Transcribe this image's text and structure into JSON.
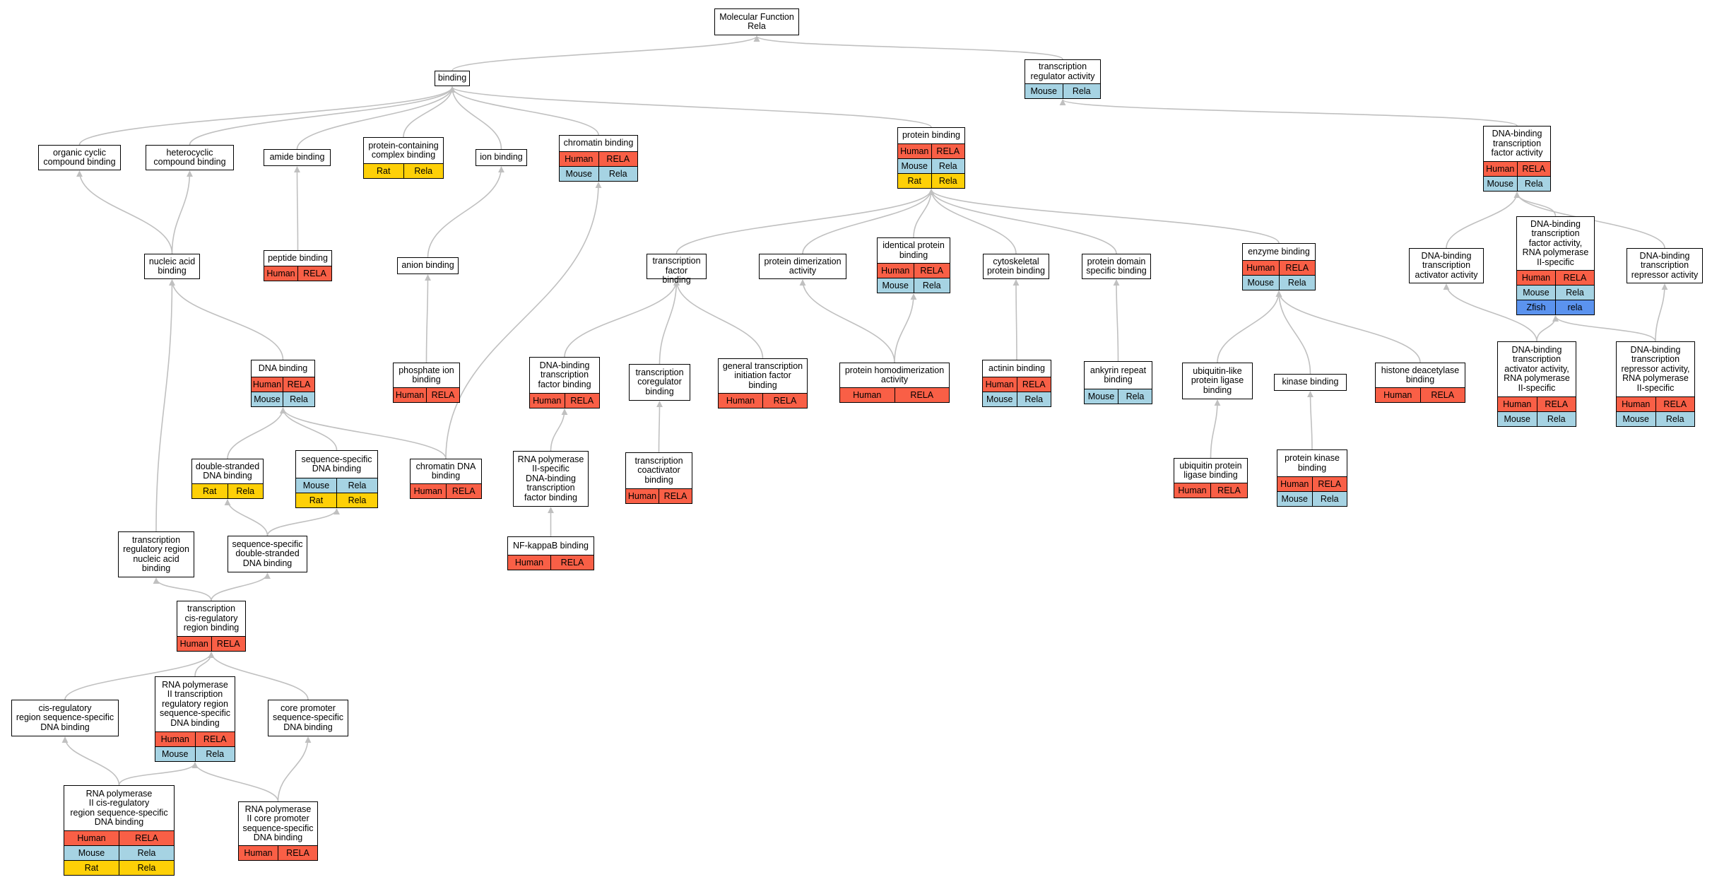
{
  "colors": {
    "Human": "#f95f46",
    "Mouse": "#a6d3e3",
    "Rat": "#fed007",
    "Zfish": "#5b93ef",
    "edge": "#c0c0c0",
    "border": "#000000"
  },
  "nodes": [
    {
      "id": "mf",
      "label": "Molecular Function\nRela",
      "rows": []
    },
    {
      "id": "binding",
      "label": "binding",
      "rows": []
    },
    {
      "id": "treg",
      "label": "transcription\nregulator activity",
      "rows": [
        [
          "Mouse",
          "Rela"
        ]
      ]
    },
    {
      "id": "organic",
      "label": "organic cyclic\ncompound binding",
      "rows": []
    },
    {
      "id": "hetero",
      "label": "heterocyclic\ncompound binding",
      "rows": []
    },
    {
      "id": "amide",
      "label": "amide binding",
      "rows": []
    },
    {
      "id": "protcomplex",
      "label": "protein-containing\ncomplex binding",
      "rows": [
        [
          "Rat",
          "Rela"
        ]
      ]
    },
    {
      "id": "ion",
      "label": "ion binding",
      "rows": []
    },
    {
      "id": "chromatin",
      "label": "chromatin binding",
      "rows": [
        [
          "Human",
          "RELA"
        ],
        [
          "Mouse",
          "Rela"
        ]
      ]
    },
    {
      "id": "protein",
      "label": "protein binding",
      "rows": [
        [
          "Human",
          "RELA"
        ],
        [
          "Mouse",
          "Rela"
        ],
        [
          "Rat",
          "Rela"
        ]
      ]
    },
    {
      "id": "dbtfa",
      "label": "DNA-binding\ntranscription\nfactor activity",
      "rows": [
        [
          "Human",
          "RELA"
        ],
        [
          "Mouse",
          "Rela"
        ]
      ]
    },
    {
      "id": "nucleic",
      "label": "nucleic acid\nbinding",
      "rows": []
    },
    {
      "id": "peptide",
      "label": "peptide binding",
      "rows": [
        [
          "Human",
          "RELA"
        ]
      ]
    },
    {
      "id": "anion",
      "label": "anion binding",
      "rows": []
    },
    {
      "id": "tfbind",
      "label": "transcription\nfactor binding",
      "rows": []
    },
    {
      "id": "dimer",
      "label": "protein dimerization\nactivity",
      "rows": []
    },
    {
      "id": "identical",
      "label": "identical protein\nbinding",
      "rows": [
        [
          "Human",
          "RELA"
        ],
        [
          "Mouse",
          "Rela"
        ]
      ]
    },
    {
      "id": "cytoskel",
      "label": "cytoskeletal\nprotein binding",
      "rows": []
    },
    {
      "id": "domain",
      "label": "protein domain\nspecific binding",
      "rows": []
    },
    {
      "id": "enzyme",
      "label": "enzyme binding",
      "rows": [
        [
          "Human",
          "RELA"
        ],
        [
          "Mouse",
          "Rela"
        ]
      ]
    },
    {
      "id": "dbtfact",
      "label": "DNA-binding\ntranscription\nactivator activity",
      "rows": []
    },
    {
      "id": "dbtfpol2",
      "label": "DNA-binding\ntranscription\nfactor activity,\nRNA polymerase\nII-specific",
      "rows": [
        [
          "Human",
          "RELA"
        ],
        [
          "Mouse",
          "Rela"
        ],
        [
          "Zfish",
          "rela"
        ]
      ]
    },
    {
      "id": "dbtfrep",
      "label": "DNA-binding\ntranscription\nrepressor activity",
      "rows": []
    },
    {
      "id": "dna",
      "label": "DNA binding",
      "rows": [
        [
          "Human",
          "RELA"
        ],
        [
          "Mouse",
          "Rela"
        ]
      ]
    },
    {
      "id": "phosphate",
      "label": "phosphate ion\nbinding",
      "rows": [
        [
          "Human",
          "RELA"
        ]
      ]
    },
    {
      "id": "dbtfbind",
      "label": "DNA-binding\ntranscription\nfactor binding",
      "rows": [
        [
          "Human",
          "RELA"
        ]
      ]
    },
    {
      "id": "coreg",
      "label": "transcription\ncoregulator\nbinding",
      "rows": []
    },
    {
      "id": "gtf",
      "label": "general transcription\ninitiation factor\nbinding",
      "rows": [
        [
          "Human",
          "RELA"
        ]
      ]
    },
    {
      "id": "homodimer",
      "label": "protein homodimerization\nactivity",
      "rows": [
        [
          "Human",
          "RELA"
        ]
      ]
    },
    {
      "id": "actinin",
      "label": "actinin binding",
      "rows": [
        [
          "Human",
          "RELA"
        ],
        [
          "Mouse",
          "Rela"
        ]
      ]
    },
    {
      "id": "ankyrin",
      "label": "ankyrin repeat\nbinding",
      "rows": [
        [
          "Mouse",
          "Rela"
        ]
      ]
    },
    {
      "id": "ubl",
      "label": "ubiquitin-like\nprotein ligase\nbinding",
      "rows": []
    },
    {
      "id": "kinase",
      "label": "kinase binding",
      "rows": []
    },
    {
      "id": "hdac",
      "label": "histone deacetylase\nbinding",
      "rows": [
        [
          "Human",
          "RELA"
        ]
      ]
    },
    {
      "id": "dbtfactpol2",
      "label": "DNA-binding\ntranscription\nactivator activity,\nRNA polymerase\nII-specific",
      "rows": [
        [
          "Human",
          "RELA"
        ],
        [
          "Mouse",
          "Rela"
        ]
      ]
    },
    {
      "id": "dbtfreppol2",
      "label": "DNA-binding\ntranscription\nrepressor activity,\nRNA polymerase\nII-specific",
      "rows": [
        [
          "Human",
          "RELA"
        ],
        [
          "Mouse",
          "Rela"
        ]
      ]
    },
    {
      "id": "dsdna",
      "label": "double-stranded\nDNA binding",
      "rows": [
        [
          "Rat",
          "Rela"
        ]
      ]
    },
    {
      "id": "ssdna",
      "label": "sequence-specific\nDNA binding",
      "rows": [
        [
          "Mouse",
          "Rela"
        ],
        [
          "Rat",
          "Rela"
        ]
      ]
    },
    {
      "id": "chromdna",
      "label": "chromatin DNA\nbinding",
      "rows": [
        [
          "Human",
          "RELA"
        ]
      ]
    },
    {
      "id": "pol2dbtf",
      "label": "RNA polymerase\nII-specific\nDNA-binding\ntranscription\nfactor binding",
      "rows": []
    },
    {
      "id": "coact",
      "label": "transcription\ncoactivator\nbinding",
      "rows": [
        [
          "Human",
          "RELA"
        ]
      ]
    },
    {
      "id": "ubiq",
      "label": "ubiquitin protein\nligase binding",
      "rows": [
        [
          "Human",
          "RELA"
        ]
      ]
    },
    {
      "id": "pkinase",
      "label": "protein kinase\nbinding",
      "rows": [
        [
          "Human",
          "RELA"
        ],
        [
          "Mouse",
          "Rela"
        ]
      ]
    },
    {
      "id": "trrna",
      "label": "transcription\nregulatory region\nnucleic acid\nbinding",
      "rows": []
    },
    {
      "id": "ssdsdna",
      "label": "sequence-specific\ndouble-stranded\nDNA binding",
      "rows": []
    },
    {
      "id": "nfkb",
      "label": "NF-kappaB binding",
      "rows": [
        [
          "Human",
          "RELA"
        ]
      ]
    },
    {
      "id": "tcis",
      "label": "transcription\ncis-regulatory\nregion binding",
      "rows": [
        [
          "Human",
          "RELA"
        ]
      ]
    },
    {
      "id": "cisreg",
      "label": "cis-regulatory\nregion sequence-specific\nDNA binding",
      "rows": []
    },
    {
      "id": "pol2trr",
      "label": "RNA polymerase\nII transcription\nregulatory region\nsequence-specific\nDNA binding",
      "rows": [
        [
          "Human",
          "RELA"
        ],
        [
          "Mouse",
          "Rela"
        ]
      ]
    },
    {
      "id": "corepromoter",
      "label": "core promoter\nsequence-specific\nDNA binding",
      "rows": []
    },
    {
      "id": "pol2cis",
      "label": "RNA polymerase\nII cis-regulatory\nregion sequence-specific\nDNA binding",
      "rows": [
        [
          "Human",
          "RELA"
        ],
        [
          "Mouse",
          "Rela"
        ],
        [
          "Rat",
          "Rela"
        ]
      ]
    },
    {
      "id": "pol2core",
      "label": "RNA polymerase\nII core promoter\nsequence-specific\nDNA binding",
      "rows": [
        [
          "Human",
          "RELA"
        ]
      ]
    }
  ],
  "edges": [
    [
      "binding",
      "mf"
    ],
    [
      "treg",
      "mf"
    ],
    [
      "organic",
      "binding"
    ],
    [
      "hetero",
      "binding"
    ],
    [
      "amide",
      "binding"
    ],
    [
      "protcomplex",
      "binding"
    ],
    [
      "ion",
      "binding"
    ],
    [
      "chromatin",
      "binding"
    ],
    [
      "protein",
      "binding"
    ],
    [
      "dbtfa",
      "treg"
    ],
    [
      "nucleic",
      "organic"
    ],
    [
      "nucleic",
      "hetero"
    ],
    [
      "peptide",
      "amide"
    ],
    [
      "anion",
      "ion"
    ],
    [
      "phosphate",
      "anion"
    ],
    [
      "tfbind",
      "protein"
    ],
    [
      "dimer",
      "protein"
    ],
    [
      "identical",
      "protein"
    ],
    [
      "cytoskel",
      "protein"
    ],
    [
      "domain",
      "protein"
    ],
    [
      "enzyme",
      "protein"
    ],
    [
      "homodimer",
      "dimer"
    ],
    [
      "homodimer",
      "identical"
    ],
    [
      "actinin",
      "cytoskel"
    ],
    [
      "ankyrin",
      "domain"
    ],
    [
      "ubl",
      "enzyme"
    ],
    [
      "kinase",
      "enzyme"
    ],
    [
      "hdac",
      "enzyme"
    ],
    [
      "ubiq",
      "ubl"
    ],
    [
      "pkinase",
      "kinase"
    ],
    [
      "dbtfbind",
      "tfbind"
    ],
    [
      "coreg",
      "tfbind"
    ],
    [
      "gtf",
      "tfbind"
    ],
    [
      "coact",
      "coreg"
    ],
    [
      "pol2dbtf",
      "dbtfbind"
    ],
    [
      "nfkb",
      "pol2dbtf"
    ],
    [
      "dbtfact",
      "dbtfa"
    ],
    [
      "dbtfpol2",
      "dbtfa"
    ],
    [
      "dbtfrep",
      "dbtfa"
    ],
    [
      "dbtfactpol2",
      "dbtfact"
    ],
    [
      "dbtfactpol2",
      "dbtfpol2"
    ],
    [
      "dbtfreppol2",
      "dbtfpol2"
    ],
    [
      "dbtfreppol2",
      "dbtfrep"
    ],
    [
      "dna",
      "nucleic"
    ],
    [
      "trrna",
      "nucleic"
    ],
    [
      "dsdna",
      "dna"
    ],
    [
      "ssdna",
      "dna"
    ],
    [
      "chromdna",
      "dna"
    ],
    [
      "chromdna",
      "chromatin"
    ],
    [
      "ssdsdna",
      "dsdna"
    ],
    [
      "ssdsdna",
      "ssdna"
    ],
    [
      "tcis",
      "trrna"
    ],
    [
      "tcis",
      "ssdsdna"
    ],
    [
      "cisreg",
      "tcis"
    ],
    [
      "pol2trr",
      "tcis"
    ],
    [
      "corepromoter",
      "tcis"
    ],
    [
      "pol2cis",
      "cisreg"
    ],
    [
      "pol2cis",
      "pol2trr"
    ],
    [
      "pol2core",
      "pol2trr"
    ],
    [
      "pol2core",
      "corepromoter"
    ]
  ]
}
